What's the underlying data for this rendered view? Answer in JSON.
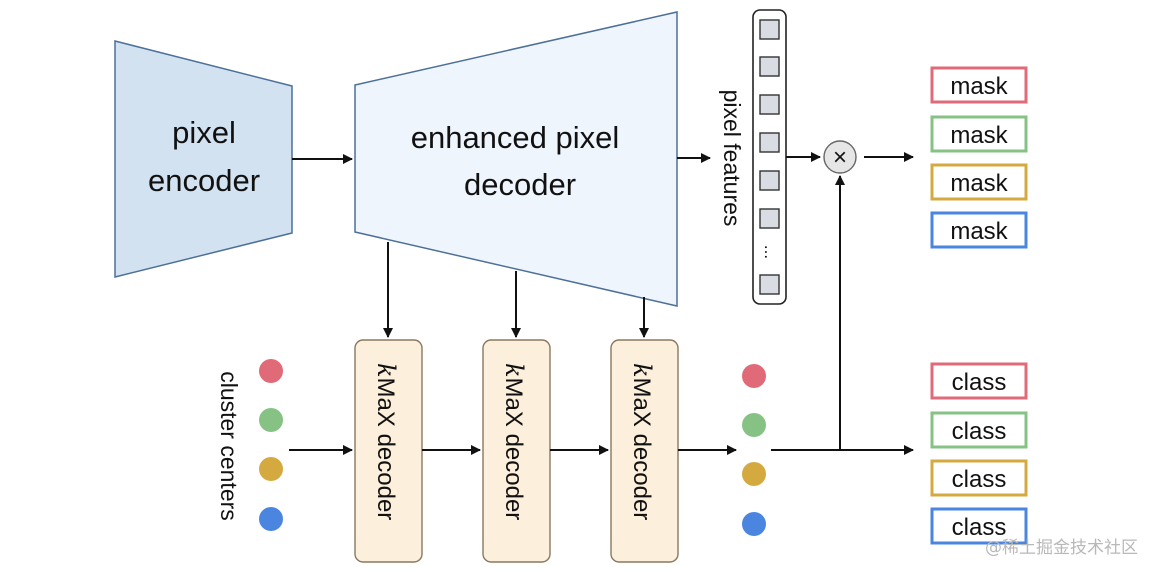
{
  "pixel_encoder": {
    "line1": "pixel",
    "line2": "encoder"
  },
  "pixel_decoder": {
    "line1": "enhanced pixel",
    "line2": "decoder"
  },
  "pixel_features": {
    "label": "pixel features",
    "ellipsis": "..."
  },
  "kmax_decoders": [
    {
      "k": "k",
      "rest": "MaX decoder"
    },
    {
      "k": "k",
      "rest": "MaX decoder"
    },
    {
      "k": "k",
      "rest": "MaX decoder"
    }
  ],
  "cluster_centers": {
    "label": "cluster centers"
  },
  "multiply_symbol": "×",
  "masks": [
    "mask",
    "mask",
    "mask",
    "mask"
  ],
  "classes": [
    "class",
    "class",
    "class",
    "class"
  ],
  "watermark": "@稀土掘金技术社区",
  "colors": {
    "red": "#e06a78",
    "green": "#86c284",
    "gold": "#d4aa40",
    "blue": "#4a86e0",
    "encoder_fill": "#d3e2f1",
    "decoder_fill": "#eef5fc",
    "kmax_fill": "#fcefdc"
  }
}
